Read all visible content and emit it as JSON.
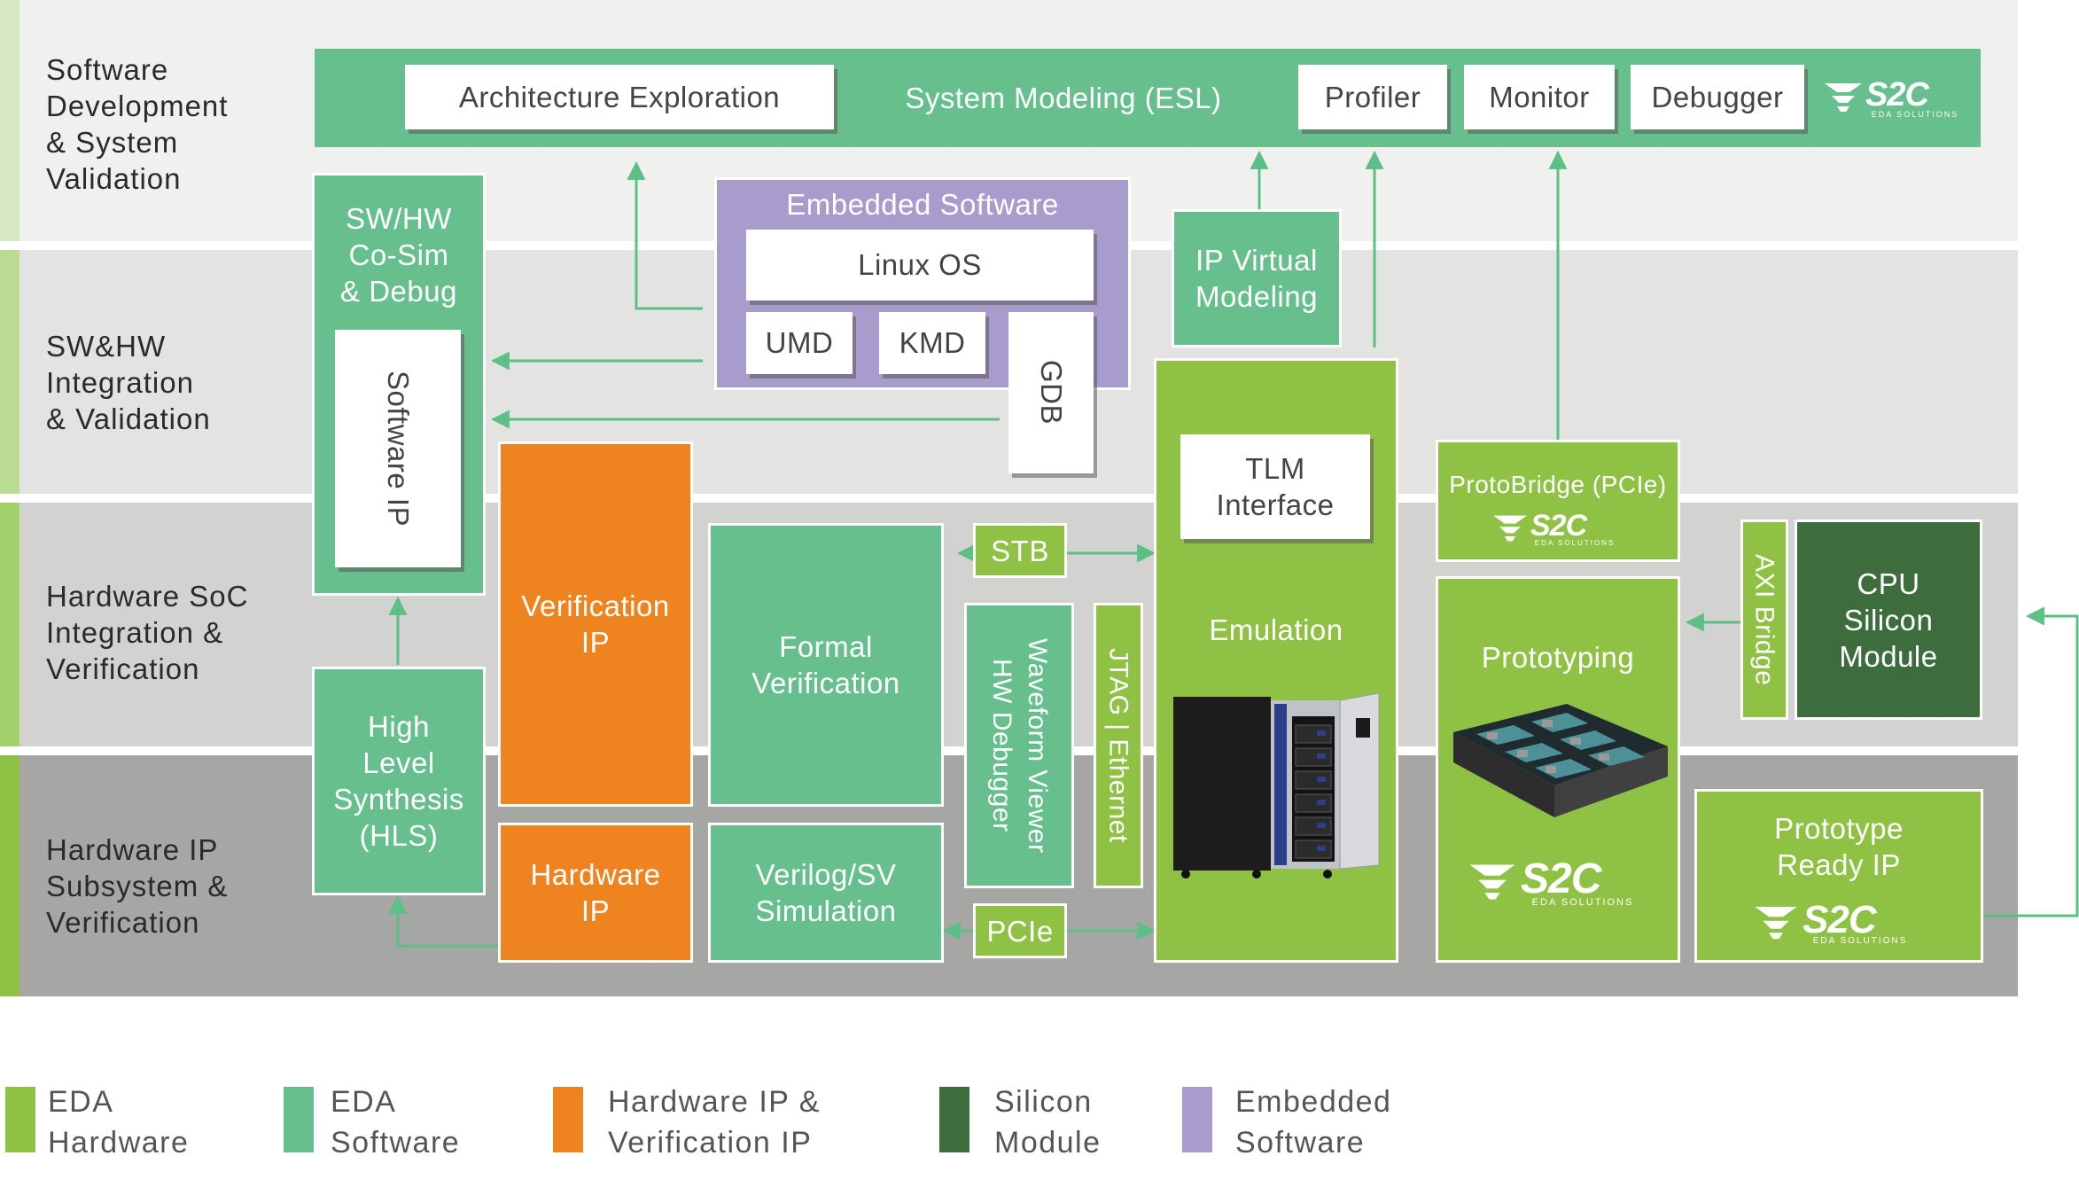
{
  "bands": [
    {
      "label": "Software\nDevelopment\n& System\nValidation",
      "bg": "#f0f0ef",
      "accent": "#d7e9c2"
    },
    {
      "label": "SW&HW\nIntegration\n& Validation",
      "bg": "#e3e3e2",
      "accent": "#b9dc92"
    },
    {
      "label": "Hardware SoC\nIntegration &\nVerification",
      "bg": "#d2d2d0",
      "accent": "#a2d06a"
    },
    {
      "label": "Hardware IP\nSubsystem &\nVerification",
      "bg": "#a6a6a4",
      "accent": "#8fc145"
    }
  ],
  "top_bar": {
    "architecture_exploration": "Architecture Exploration",
    "system_modeling": "System Modeling (ESL)",
    "profiler": "Profiler",
    "monitor": "Monitor",
    "debugger": "Debugger"
  },
  "logo": {
    "brand": "S2C",
    "tagline": "EDA SOLUTIONS"
  },
  "sw_hw_cosim": {
    "title": "SW/HW\nCo-Sim\n& Debug",
    "software_ip": "Software IP"
  },
  "embedded_software": {
    "title": "Embedded Software",
    "linux_os": "Linux OS",
    "umd": "UMD",
    "kmd": "KMD",
    "gdb": "GDB"
  },
  "ip_virtual_modeling": "IP Virtual\nModeling",
  "emulation": {
    "tlm": "TLM\nInterface",
    "label": "Emulation"
  },
  "protobridge": "ProtoBridge (PCIe)",
  "prototyping": "Prototyping",
  "axi_bridge": "AXI Bridge",
  "cpu_silicon": "CPU\nSilicon\nModule",
  "prototype_ready_ip": "Prototype\nReady IP",
  "verification_ip": "Verification\nIP",
  "hardware_ip": "Hardware\nIP",
  "formal_verification": "Formal\nVerification",
  "verilog_sim": "Verilog/SV\nSimulation",
  "stb": "STB",
  "pcie": "PCIe",
  "waveform": "Waveform Viewer\nHW Debugger",
  "jtag": "JTAG | Ethernet",
  "hls": "High\nLevel\nSynthesis\n(HLS)",
  "legend": [
    {
      "label": "EDA\nHardware",
      "color": "#8fc145"
    },
    {
      "label": "EDA\nSoftware",
      "color": "#66bf8c"
    },
    {
      "label": "Hardware IP &\nVerification IP",
      "color": "#ee8320"
    },
    {
      "label": "Silicon\nModule",
      "color": "#3d6d3d"
    },
    {
      "label": "Embedded\nSoftware",
      "color": "#a89ccc"
    }
  ]
}
